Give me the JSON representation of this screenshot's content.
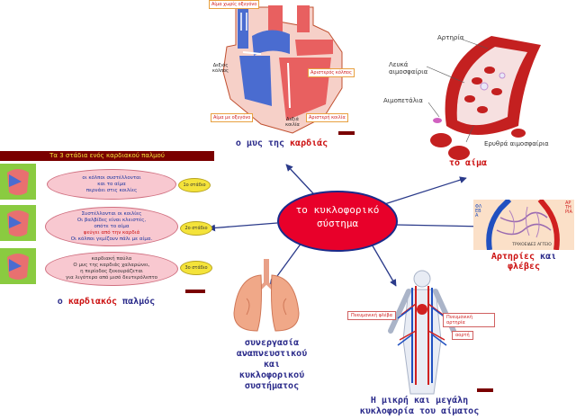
{
  "center": {
    "title": "το κυκλοφορικό σύστημα"
  },
  "heart": {
    "labels": {
      "oxygen_free_blood": "Αίμα χωρίς οξυγόνο",
      "right_atrium": "Δεξιός κόλπος",
      "left_atrium": "Αριστερός κόλπος",
      "oxygen_blood": "Αίμα με οξυγόνο",
      "right_ventricle": "Δεξιά κοιλία",
      "left_ventricle": "Αριστερή κοιλία"
    },
    "caption": {
      "prefix": "ο μυς της ",
      "highlight": "καρδιάς"
    }
  },
  "blood": {
    "labels": {
      "artery": "Αρτηρία",
      "white_cells": "Λευκά αιμοσφαίρια",
      "platelets": "Αιμοπετάλια",
      "red_cells": "Ερυθρά αιμοσφαίρια"
    },
    "caption": "το αίμα"
  },
  "heartbeat": {
    "banner": "Τα 3 στάδια ενός καρδιακού παλμού",
    "stages": [
      {
        "lines": [
          "οι κόλποι συστέλλονται",
          "και το αίμα",
          "περνάει στις κοιλίες"
        ],
        "badge": "1ο στάδιο"
      },
      {
        "lines": [
          "Συστέλλονται οι κοιλίες",
          "Οι βαλβίδες είναι κλειστές,",
          "οπότε το αίμα",
          "φεύγει από την καρδιά",
          "Οι κόλποι γεμίζουν πάλι με αίμα."
        ],
        "badge": "2ο στάδιο"
      },
      {
        "lines": [
          "καρδιακή παύλα",
          "Ο μυς της καρδιάς χαλαρώνει,",
          "η περίοδος ξεκουράζεται",
          "για λιγότερο από μισό δευτερόλεπτο"
        ],
        "badge": "3ο στάδιο"
      }
    ],
    "caption": {
      "prefix": "ο ",
      "highlight": "καρδιακός",
      "suffix": " παλμός"
    }
  },
  "vessels": {
    "label_left": "ΦΛΕΒΑ",
    "label_right": "ΑΡΤΗΡΙΑ",
    "label_bottom": "ΤΡΙΧΟΕΙΔΕΣ ΑΓΓΕΙΟ",
    "caption": {
      "a": "Αρτηρίες",
      "mid": " και ",
      "b": "φλέβες"
    }
  },
  "lungs": {
    "caption": [
      "συνεργασία",
      "αναπνευστικού και",
      "κυκλοφορικού",
      "συστήματος"
    ]
  },
  "circulation": {
    "label_small": "Πνευμονική φλέβα",
    "label_artery": "Πνευμονική αρτηρία",
    "label_aorta": "αορτή",
    "caption": [
      "Η μικρή και μεγάλη",
      "κυκλοφορία του αίματος"
    ]
  },
  "colors": {
    "center_fill": "#e8002a",
    "accent_red": "#cc1111",
    "caption_blue": "#2a2a8a",
    "banner": "#7a0000"
  }
}
